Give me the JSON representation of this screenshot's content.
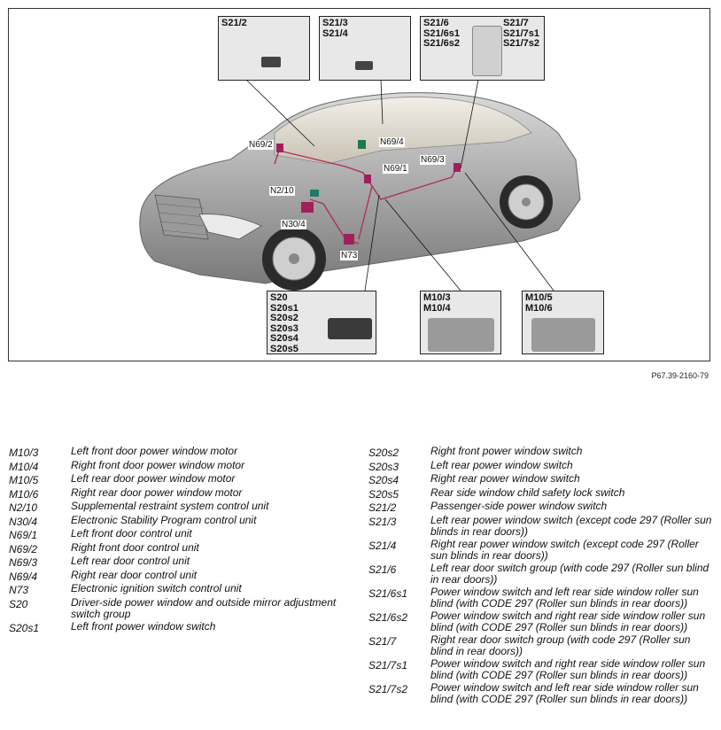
{
  "figure_id": "P67.39-2160-79",
  "callouts": {
    "s21_2": [
      "S21/2"
    ],
    "s21_3": [
      "S21/3",
      "S21/4"
    ],
    "s21_6_left": [
      "S21/6",
      "S21/6s1",
      "S21/6s2"
    ],
    "s21_6_right": [
      "S21/7",
      "S21/7s1",
      "S21/7s2"
    ],
    "s20": [
      "S20",
      "S20s1",
      "S20s2",
      "S20s3",
      "S20s4",
      "S20s5"
    ],
    "m10_3": [
      "M10/3",
      "M10/4"
    ],
    "m10_5": [
      "M10/5",
      "M10/6"
    ]
  },
  "car_labels": {
    "n69_2": "N69/2",
    "n69_4": "N69/4",
    "n69_1": "N69/1",
    "n69_3": "N69/3",
    "n2_10": "N2/10",
    "n30_4": "N30/4",
    "n73": "N73"
  },
  "legend_left": [
    {
      "code": "M10/3",
      "desc": "Left front door power window motor"
    },
    {
      "code": "M10/4",
      "desc": "Right front door power window motor"
    },
    {
      "code": "M10/5",
      "desc": "Left rear door power window motor"
    },
    {
      "code": "M10/6",
      "desc": "Right rear door power window motor"
    },
    {
      "code": "N2/10",
      "desc": "Supplemental restraint system control unit"
    },
    {
      "code": "N30/4",
      "desc": "Electronic Stability Program control unit"
    },
    {
      "code": "N69/1",
      "desc": "Left front door control unit"
    },
    {
      "code": "N69/2",
      "desc": "Right front door control unit"
    },
    {
      "code": "N69/3",
      "desc": "Left rear door control unit"
    },
    {
      "code": "N69/4",
      "desc": "Right rear door control unit"
    },
    {
      "code": "N73",
      "desc": "Electronic ignition switch control unit"
    },
    {
      "code": "S20",
      "desc": "Driver-side power window and outside mirror adjustment switch group"
    },
    {
      "code": "S20s1",
      "desc": "Left front power window switch"
    }
  ],
  "legend_right": [
    {
      "code": "S20s2",
      "desc": "Right front power window switch"
    },
    {
      "code": "S20s3",
      "desc": "Left rear power window switch"
    },
    {
      "code": "S20s4",
      "desc": "Right rear power window switch"
    },
    {
      "code": "S20s5",
      "desc": "Rear side window child safety lock switch"
    },
    {
      "code": "S21/2",
      "desc": "Passenger-side power window switch"
    },
    {
      "code": "S21/3",
      "desc": "Left rear power window switch (except code 297 (Roller sun blinds in rear doors))"
    },
    {
      "code": "S21/4",
      "desc": "Right rear power window switch (except code 297 (Roller sun blinds in rear doors))"
    },
    {
      "code": "S21/6",
      "desc": "Left rear door switch group (with code 297 (Roller sun blind in rear doors))"
    },
    {
      "code": "S21/6s1",
      "desc": "Power window switch and left rear side window roller sun blind (with CODE 297 (Roller sun blinds in rear doors))"
    },
    {
      "code": "S21/6s2",
      "desc": "Power window switch and right rear side window roller sun blind (with CODE 297 (Roller sun blinds in rear doors))"
    },
    {
      "code": "S21/7",
      "desc": "Right rear door switch group (with code 297 (Roller sun blind in rear doors))"
    },
    {
      "code": "S21/7s1",
      "desc": "Power window switch and right rear side window roller sun blind (with CODE 297 (Roller sun blinds in rear doors))"
    },
    {
      "code": "S21/7s2",
      "desc": "Power window switch and left rear side window roller sun blind (with CODE 297 (Roller sun blinds in rear doors))"
    }
  ]
}
